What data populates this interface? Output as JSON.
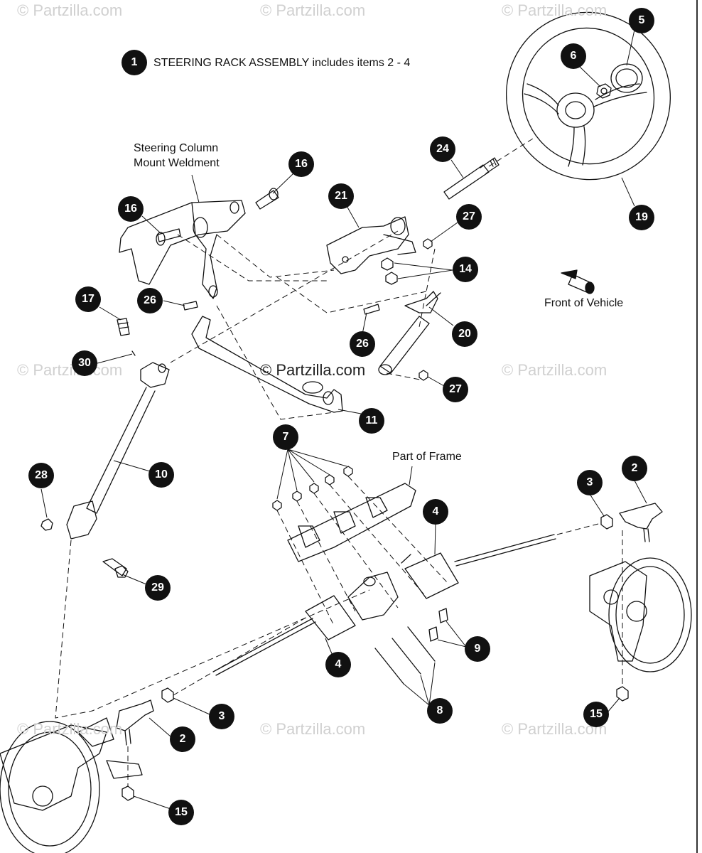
{
  "watermark": "© Partzilla.com",
  "center_watermark": "© Partzilla.com",
  "note": {
    "number": "1",
    "text": "STEERING RACK ASSEMBLY includes items 2 - 4"
  },
  "labels": {
    "steering_column_line1": "Steering Column",
    "steering_column_line2": "Mount Weldment",
    "front_of_vehicle": "Front of Vehicle",
    "part_of_frame": "Part of Frame"
  },
  "callouts": {
    "c5": "5",
    "c6": "6",
    "c24": "24",
    "c19": "19",
    "c16a": "16",
    "c16b": "16",
    "c21": "21",
    "c27a": "27",
    "c14": "14",
    "c26a": "26",
    "c17": "17",
    "c26b": "26",
    "c20": "20",
    "c30": "30",
    "c27b": "27",
    "c11": "11",
    "c7": "7",
    "c10": "10",
    "c28": "28",
    "c3a": "3",
    "c2a": "2",
    "c4a": "4",
    "c4b": "4",
    "c29": "29",
    "c9": "9",
    "c8": "8",
    "c3b": "3",
    "c2b": "2",
    "c15a": "15",
    "c15b": "15"
  },
  "colors": {
    "ink": "#111111",
    "watermark": "#d0d0d0"
  }
}
